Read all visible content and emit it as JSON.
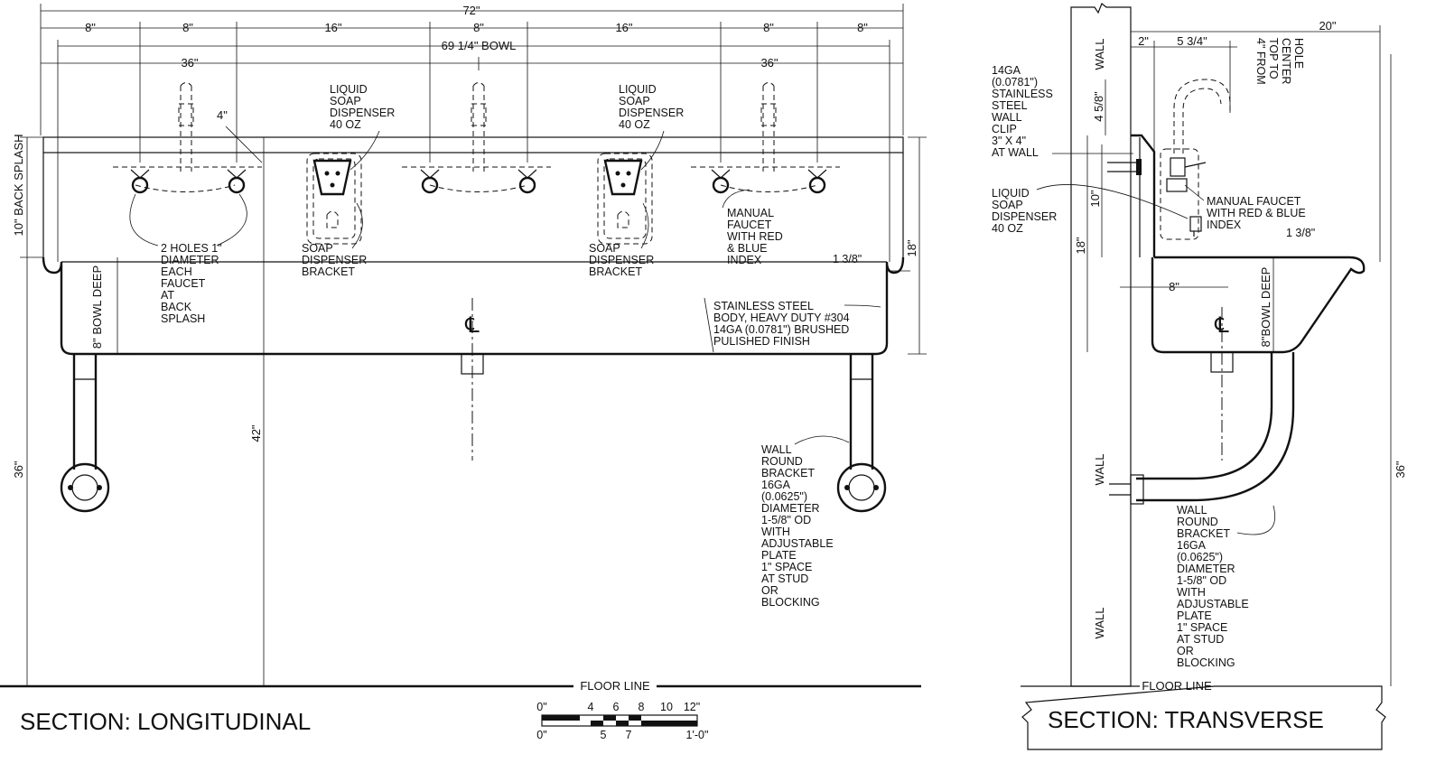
{
  "longitudinal": {
    "title": "SECTION: LONGITUDINAL",
    "dims": {
      "overall": "72\"",
      "bowl": "69 1/4\" BOWL",
      "half_left": "36\"",
      "half_right": "36\"",
      "seg1": "8\"",
      "seg2": "8\"",
      "seg3": "16\"",
      "seg4": "8\"",
      "seg5": "16\"",
      "seg6": "8\"",
      "seg7": "8\"",
      "splash_4": "4\"",
      "back_splash": "10\" BACK SPLASH",
      "bowl_deep": "8\" BOWL DEEP",
      "height_42": "42\"",
      "height_36": "36\"",
      "height_18": "18\"",
      "rim": "1 3/8\""
    },
    "notes": {
      "soap_left": [
        "LIQUID",
        "SOAP",
        "DISPENSER",
        "40 OZ"
      ],
      "soap_right": [
        "LIQUID",
        "SOAP",
        "DISPENSER",
        "40 OZ"
      ],
      "bracket_left": [
        "SOAP",
        "DISPENSER",
        "BRACKET"
      ],
      "bracket_right": [
        "SOAP",
        "DISPENSER",
        "BRACKET"
      ],
      "holes": [
        "2 HOLES 1\"",
        "DIAMETER",
        "EACH",
        "FAUCET",
        "AT",
        "BACK",
        "SPLASH"
      ],
      "faucet": [
        "MANUAL",
        "FAUCET",
        "WITH RED",
        "& BLUE",
        "INDEX"
      ],
      "body": [
        "STAINLESS STEEL",
        "BODY, HEAVY DUTY #304",
        "14GA (0.0781\") BRUSHED",
        "PULISHED FINISH"
      ],
      "bracket_wall": [
        "WALL",
        "ROUND",
        "BRACKET",
        "16GA",
        "(0.0625\")",
        "DIAMETER",
        "1-5/8\" OD",
        "WITH",
        "ADJUSTABLE",
        "PLATE",
        "1\" SPACE",
        "AT STUD",
        "OR",
        "BLOCKING"
      ]
    },
    "floor_line": "FLOOR LINE",
    "centerline": "CL"
  },
  "scale_bar": {
    "top_labels": [
      "0\"",
      "4",
      "6",
      "8",
      "10",
      "12\""
    ],
    "bottom_labels": [
      "0\"",
      "5",
      "7",
      "1'-0\""
    ]
  },
  "transverse": {
    "title": "SECTION: TRANSVERSE",
    "wall_labels": [
      "WALL",
      "WALL",
      "WALL"
    ],
    "dims": {
      "overall": "20\"",
      "d2": "2\"",
      "d534": "5 3/4\"",
      "d458": "4 5/8\"",
      "d10": "10\"",
      "d18": "18\"",
      "d8": "8\"",
      "rim": "1 3/8\"",
      "bowl_deep": "8\"BOWL DEEP",
      "height_36": "36\""
    },
    "notes": {
      "top_center": [
        "4\" FROM",
        "TOP TO",
        "CENTER",
        "HOLE"
      ],
      "clip": [
        "14GA",
        "(0.0781\")",
        "STAINLESS",
        "STEEL",
        "WALL",
        "CLIP",
        "3\" X 4\"",
        "AT WALL"
      ],
      "soap": [
        "LIQUID",
        "SOAP",
        "DISPENSER",
        "40 OZ"
      ],
      "faucet": [
        "MANUAL FAUCET",
        "WITH RED & BLUE",
        "INDEX"
      ],
      "bracket_wall": [
        "WALL",
        "ROUND",
        "BRACKET",
        "16GA",
        "(0.0625\")",
        "DIAMETER",
        "1-5/8\" OD",
        "WITH",
        "ADJUSTABLE",
        "PLATE",
        "1\" SPACE",
        "AT STUD",
        "OR",
        "BLOCKING"
      ]
    },
    "floor_line": "FLOOR LINE",
    "centerline": "CL"
  }
}
